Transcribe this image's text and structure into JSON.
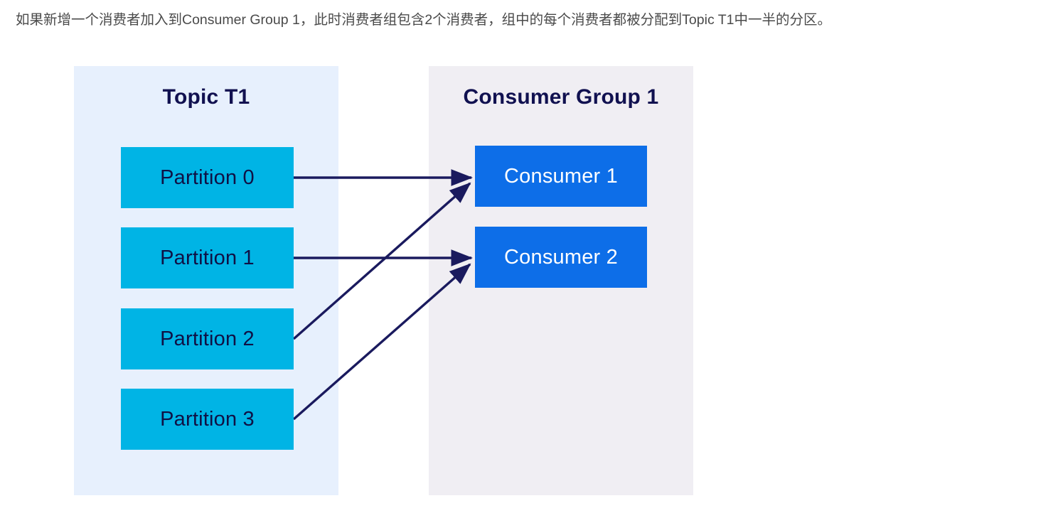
{
  "caption": {
    "text": "如果新增一个消费者加入到Consumer Group 1，此时消费者组包含2个消费者，组中的每个消费者都被分配到Topic T1中一半的分区。"
  },
  "colors": {
    "topic_panel_bg": "#e7f0fd",
    "group_panel_bg": "#f0eef3",
    "partition_fill": "#00b4e5",
    "partition_text": "#0f1145",
    "consumer_fill": "#0d6ee8",
    "consumer_text": "#ffffff",
    "title_text": "#111150",
    "arrow": "#1a1a5e",
    "caption_text": "#4a4a4a",
    "page_bg": "#ffffff"
  },
  "diagram": {
    "type": "kafka-consumer-group-assignment",
    "topic_panel": {
      "title": "Topic T1",
      "partitions": [
        {
          "label": "Partition 0"
        },
        {
          "label": "Partition 1"
        },
        {
          "label": "Partition 2"
        },
        {
          "label": "Partition 3"
        }
      ]
    },
    "group_panel": {
      "title": "Consumer Group 1",
      "consumers": [
        {
          "label": "Consumer 1"
        },
        {
          "label": "Consumer 2"
        }
      ]
    },
    "assignments": [
      {
        "from": "Partition 0",
        "to": "Consumer 1"
      },
      {
        "from": "Partition 1",
        "to": "Consumer 2"
      },
      {
        "from": "Partition 2",
        "to": "Consumer 1"
      },
      {
        "from": "Partition 3",
        "to": "Consumer 2"
      }
    ]
  }
}
